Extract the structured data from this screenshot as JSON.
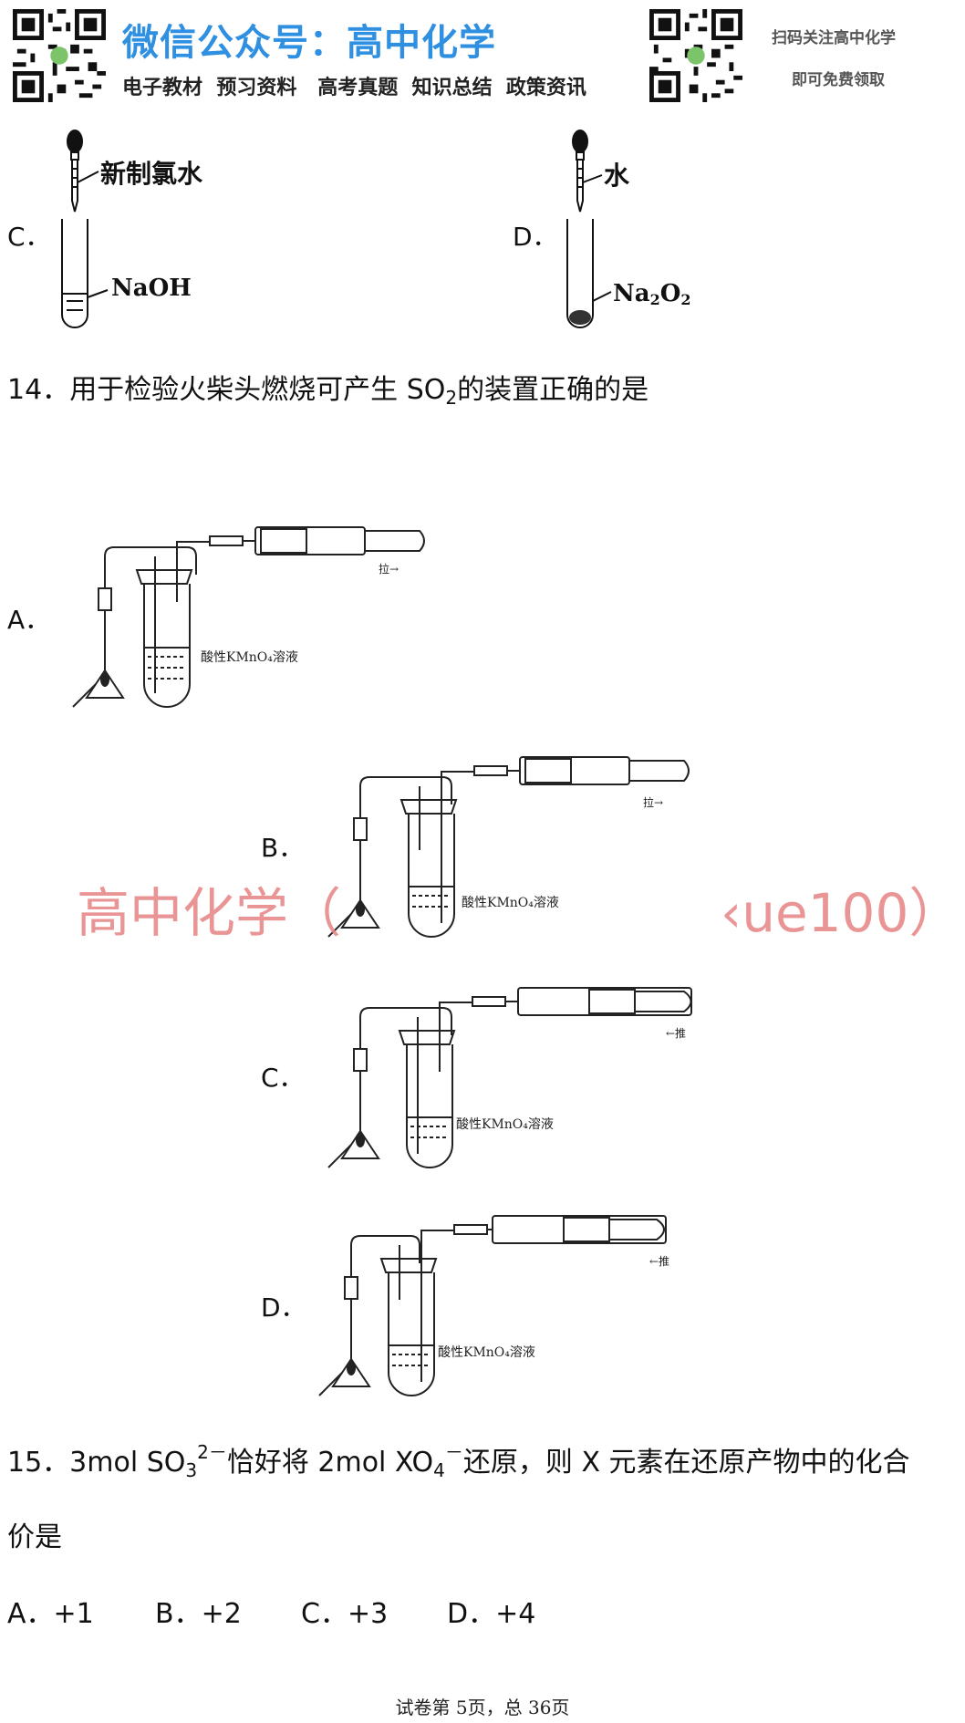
{
  "header": {
    "title": "微信公众号：高中化学",
    "subtitle": "电子教材  预习资料   高考真题  知识总结  政策资讯",
    "right_line1": "扫码关注高中化学",
    "right_line2": "即可免费领取"
  },
  "q13": {
    "optC": {
      "letter": "C．",
      "dropper_label": "新制氯水",
      "tube_label": "NaOH"
    },
    "optD": {
      "letter": "D．",
      "dropper_label": "水",
      "tube_label_main": "Na",
      "tube_label_sub1": "2",
      "tube_label_o": "O",
      "tube_label_sub2": "2"
    }
  },
  "q14": {
    "num": "14．",
    "text_before": "用于检验火柴头燃烧可产生 SO",
    "sub": "2",
    "text_after": "的装置正确的是",
    "options": [
      {
        "letter": "A．",
        "liquid_label": "酸性KMnO₄溶液",
        "arrow_label": "拉→"
      },
      {
        "letter": "B．",
        "liquid_label": "酸性KMnO₄溶液",
        "arrow_label": "拉→"
      },
      {
        "letter": "C．",
        "liquid_label": "酸性KMnO₄溶液",
        "arrow_label": "←推"
      },
      {
        "letter": "D．",
        "liquid_label": "酸性KMnO₄溶液",
        "arrow_label": "←推"
      }
    ]
  },
  "watermark": {
    "left": "高中化学（",
    "right": "‹ue100）"
  },
  "q15": {
    "line1_a": "15．3mol SO",
    "line1_sub1": "3",
    "line1_sup1": "2－",
    "line1_b": "恰好将 2mol XO",
    "line1_sub2": "4",
    "line1_sup2": "－",
    "line1_c": "还原，则 X 元素在还原产物中的化合",
    "line2": "价是",
    "choices": [
      "A．+1",
      "B．+2",
      "C．+3",
      "D．+4"
    ]
  },
  "footer": "试卷第 5页，总 36页"
}
